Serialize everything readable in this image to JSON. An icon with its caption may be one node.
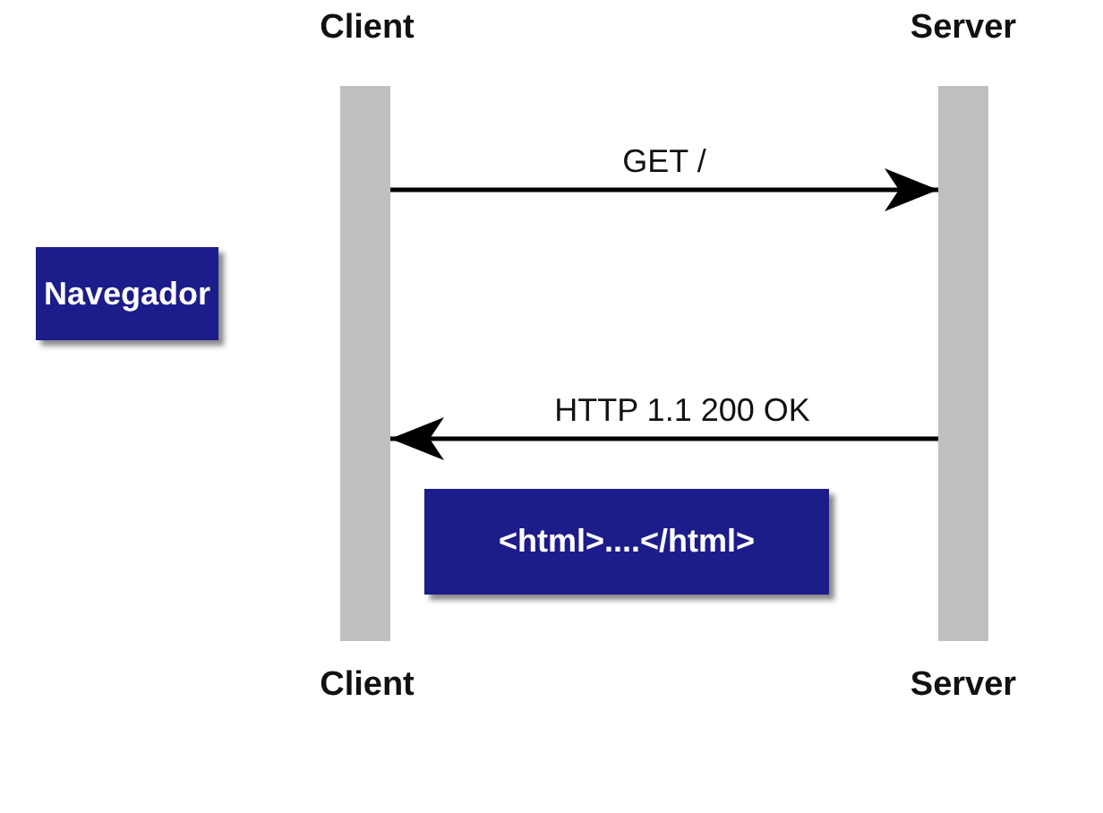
{
  "diagram": {
    "nodes": [
      {
        "text": [],
        "shape": "bar"
      },
      {
        "text": [],
        "shape": "bar"
      },
      {
        "text": [
          "Navegador"
        ]
      },
      {
        "text": [
          "<html>....</html>"
        ]
      }
    ],
    "edges": [
      {
        "from": 0,
        "to": 1,
        "arrow": "to",
        "label": "GET /"
      },
      {
        "from": 1,
        "to": 0,
        "arrow": "to",
        "label": "HTTP 1.1 200 OK"
      }
    ],
    "labels": [
      "Client",
      "Server",
      "Client",
      "Server"
    ]
  }
}
